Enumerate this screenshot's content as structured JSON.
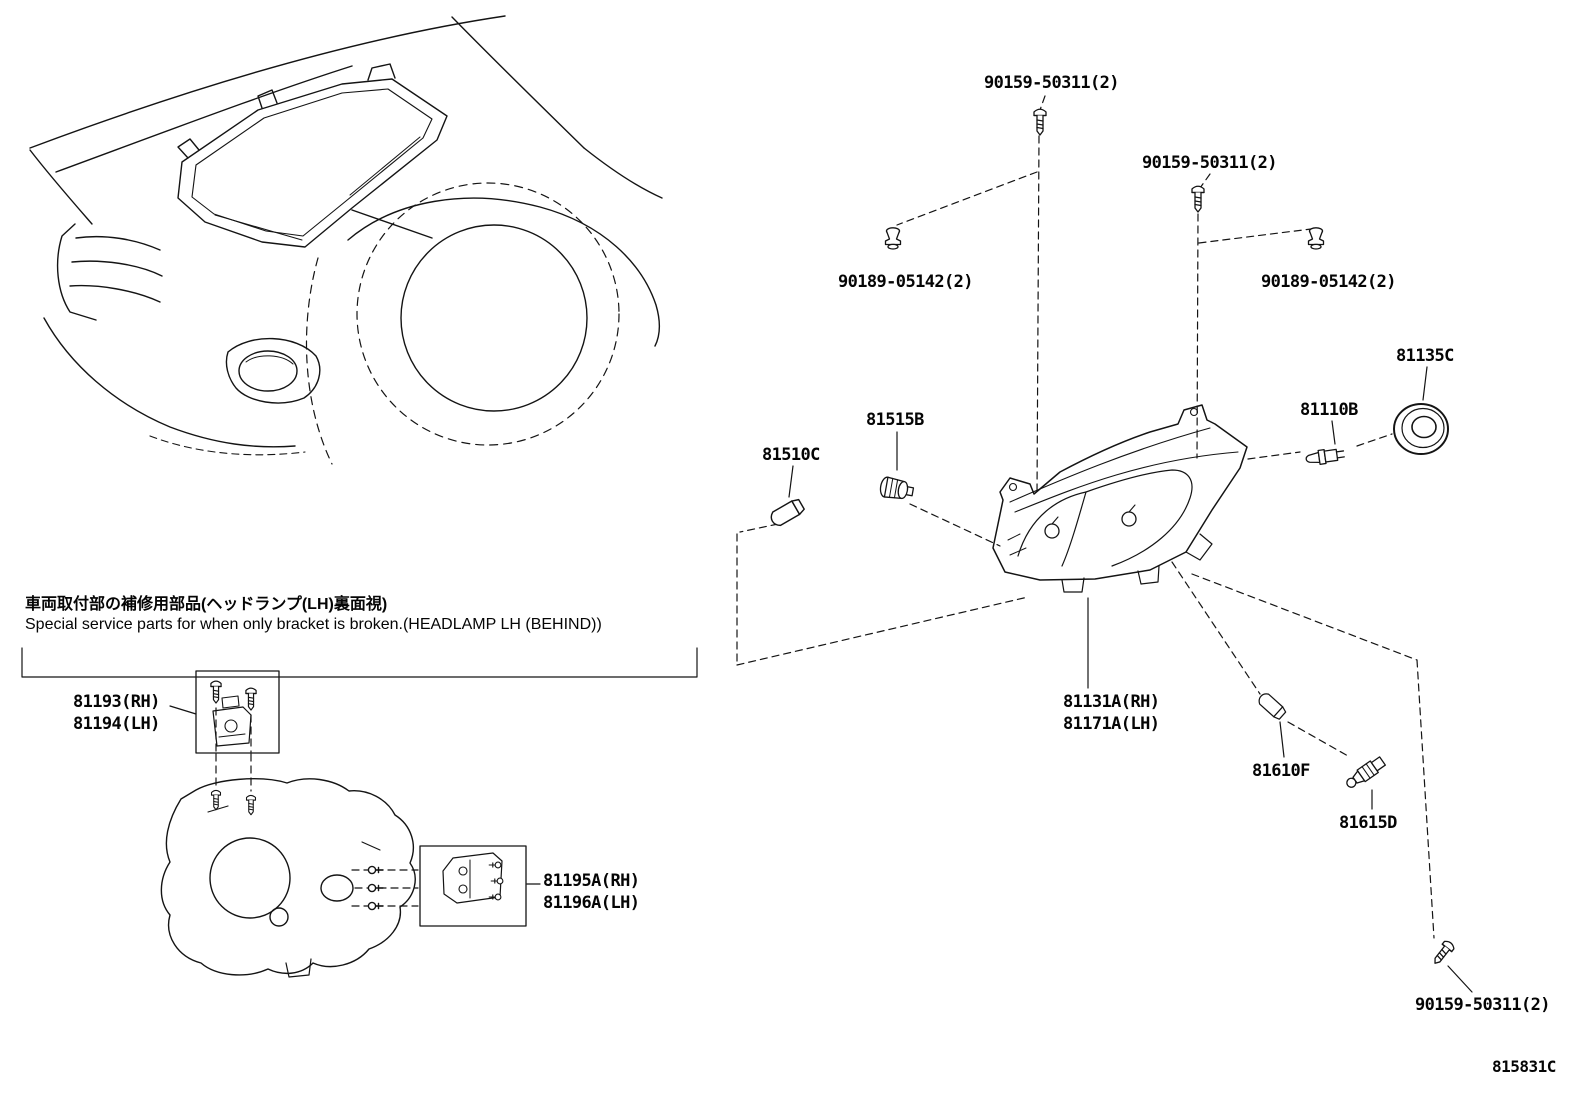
{
  "notes": {
    "jp": "車両取付部の補修用部品(ヘッドランプ(LH)裏面視)",
    "en": "Special service parts for when only bracket is broken.(HEADLAMP LH (BEHIND))"
  },
  "diagram_code": "815831C",
  "labels": {
    "screw_top": "90159-50311(2)",
    "screw_upper_right": "90159-50311(2)",
    "clip_left": "90189-05142(2)",
    "clip_right": "90189-05142(2)",
    "seal_cap": "81135C",
    "headlamp_bulb": "81110B",
    "socket_81515b": "81515B",
    "bulb_81510c": "81510C",
    "headlamp_unit_rh": "81131A(RH)",
    "headlamp_unit_lh": "81171A(LH)",
    "bulb_81610f": "81610F",
    "socket_81615d": "81615D",
    "screw_bottom": "90159-50311(2)",
    "bracket_81193_rh": "81193(RH)",
    "bracket_81194_lh": "81194(LH)",
    "bracket_81195a_rh": "81195A(RH)",
    "bracket_81196a_lh": "81196A(LH)"
  }
}
